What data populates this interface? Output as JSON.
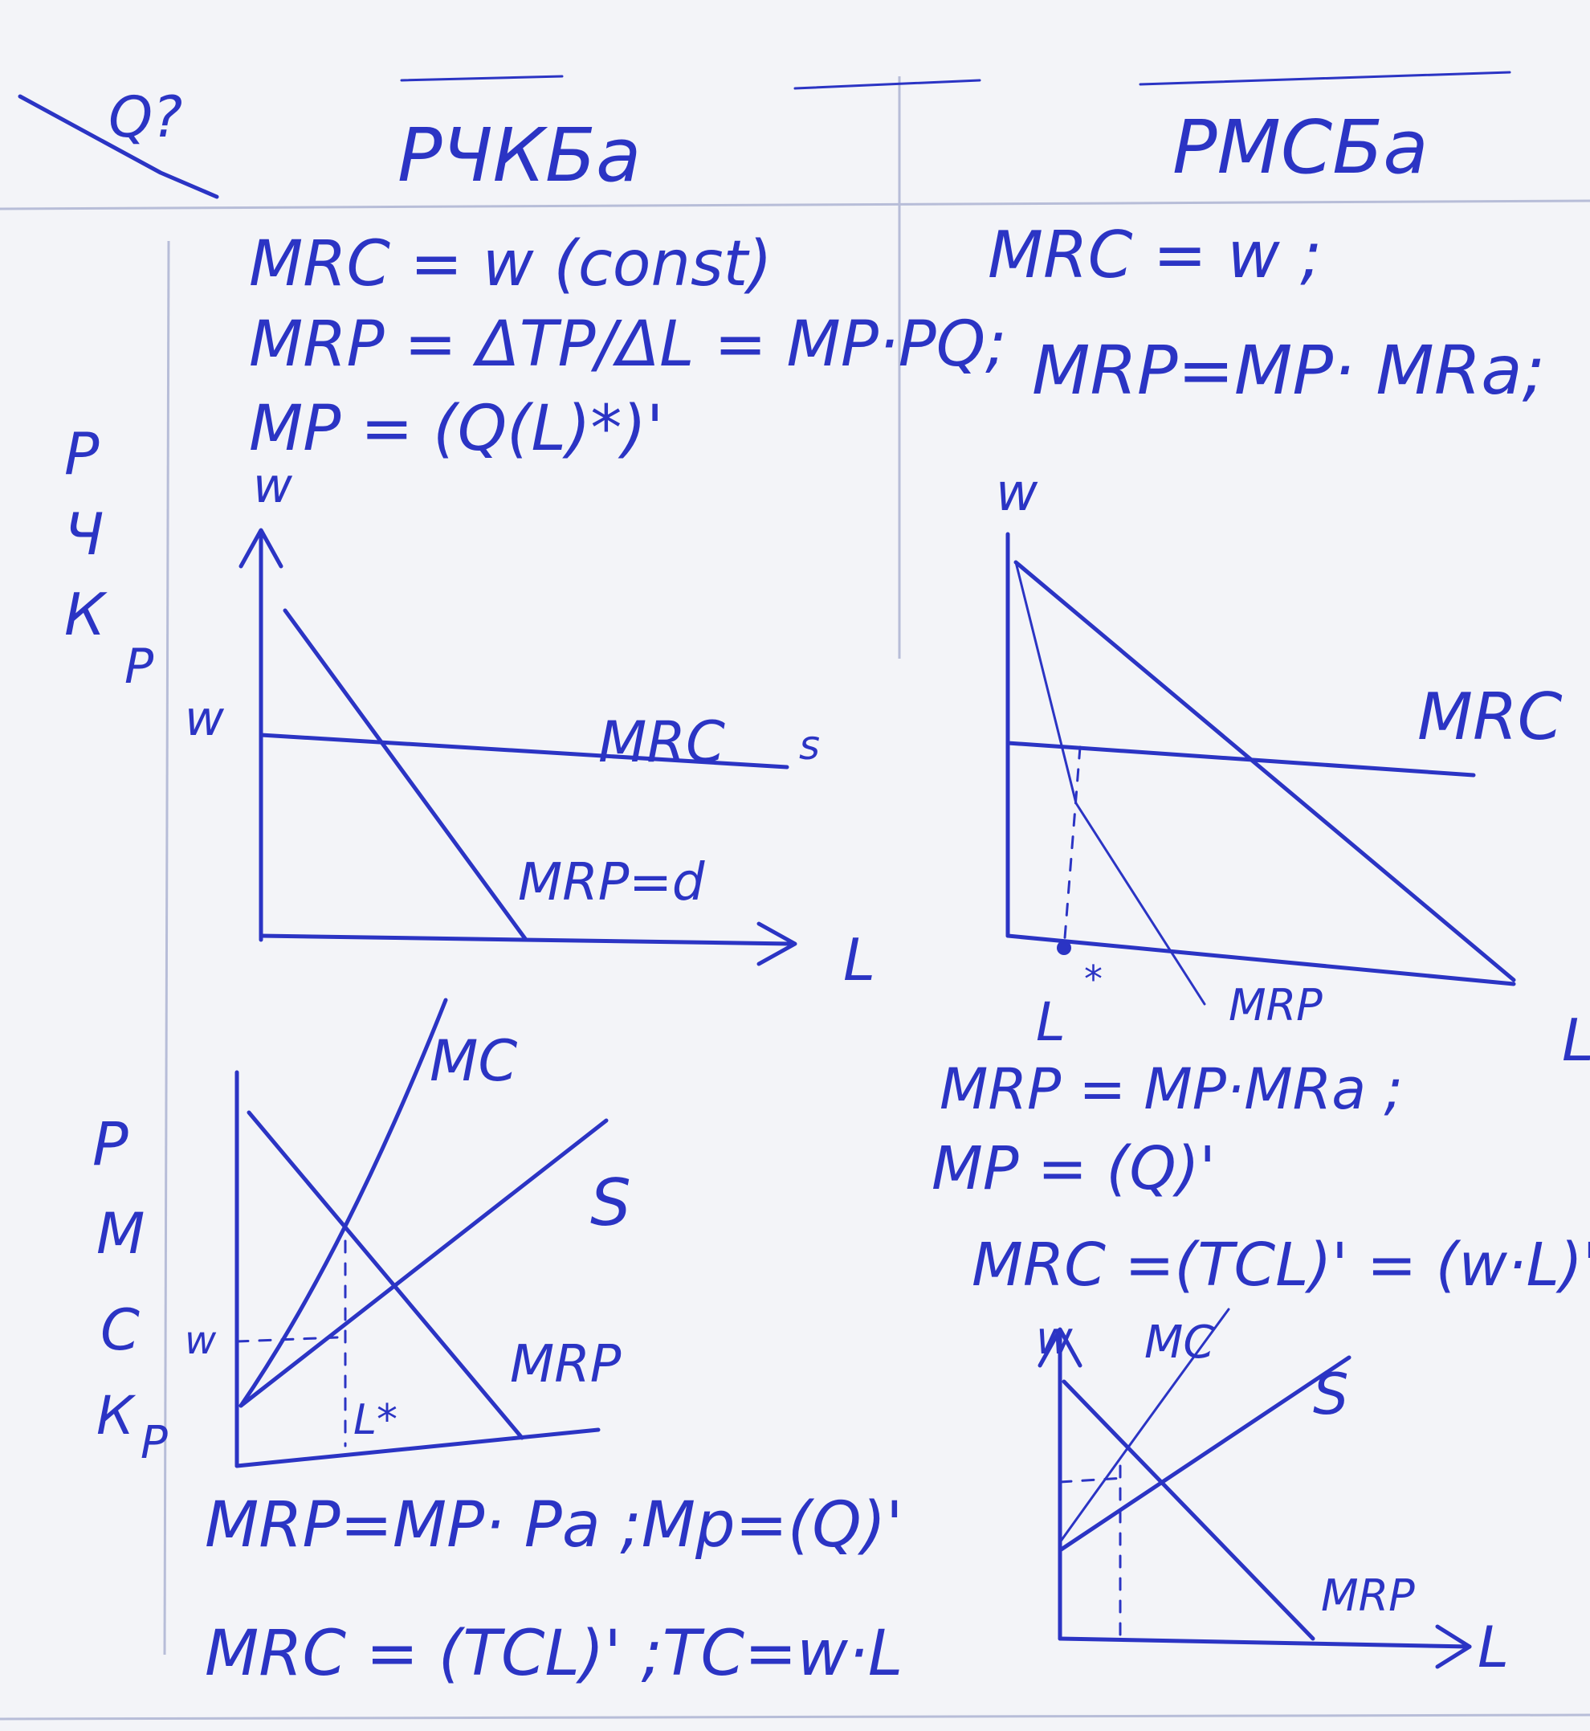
{
  "header": {
    "left_title": "РЧКБа",
    "right_title": "РМСБа",
    "corner_mark": "Q?"
  },
  "left": {
    "formulas": [
      "MRC = w (const)",
      "MRP = ΔTP/ΔL = MP·PQ;",
      "MP = (Q(L)*)'"
    ],
    "vertical_label": [
      "Р",
      "Ч",
      "К",
      "Р"
    ],
    "graph1": {
      "y_axis": "w",
      "w_mark": "w",
      "mrc_label": "MRC",
      "s_label": "s",
      "mrp_label": "MRP=d",
      "x_axis": "L"
    },
    "vertical_label2": [
      "Р",
      "М",
      "С",
      "К",
      "Р"
    ],
    "graph2": {
      "mc_label": "MC",
      "s_label": "S",
      "mrp_label": "MRP",
      "w_mark": "w",
      "l_mark": "L*"
    },
    "bottom_formulas": [
      "MRP=MP· Pa ;Mp=(Q)'",
      "MRC = (TCL)' ;TC=w·L"
    ]
  },
  "right": {
    "formulas": [
      "MRC = w ;",
      "MRP=MP· MRa;"
    ],
    "graph1": {
      "y_axis": "w",
      "mrc_label": "MRC",
      "mrp_label": "MRP",
      "x_mark": "L",
      "x_axis": "L",
      "star": "*"
    },
    "formulas2": [
      "MRP = MP·MRa ;",
      "MP = (Q)'",
      "MRC =(TCL)' = (w·L)' ;"
    ],
    "graph2": {
      "y_axis": "w",
      "mc_label": "MC",
      "s_label": "S",
      "mrp_label": "MRP",
      "x_axis": "L"
    }
  }
}
